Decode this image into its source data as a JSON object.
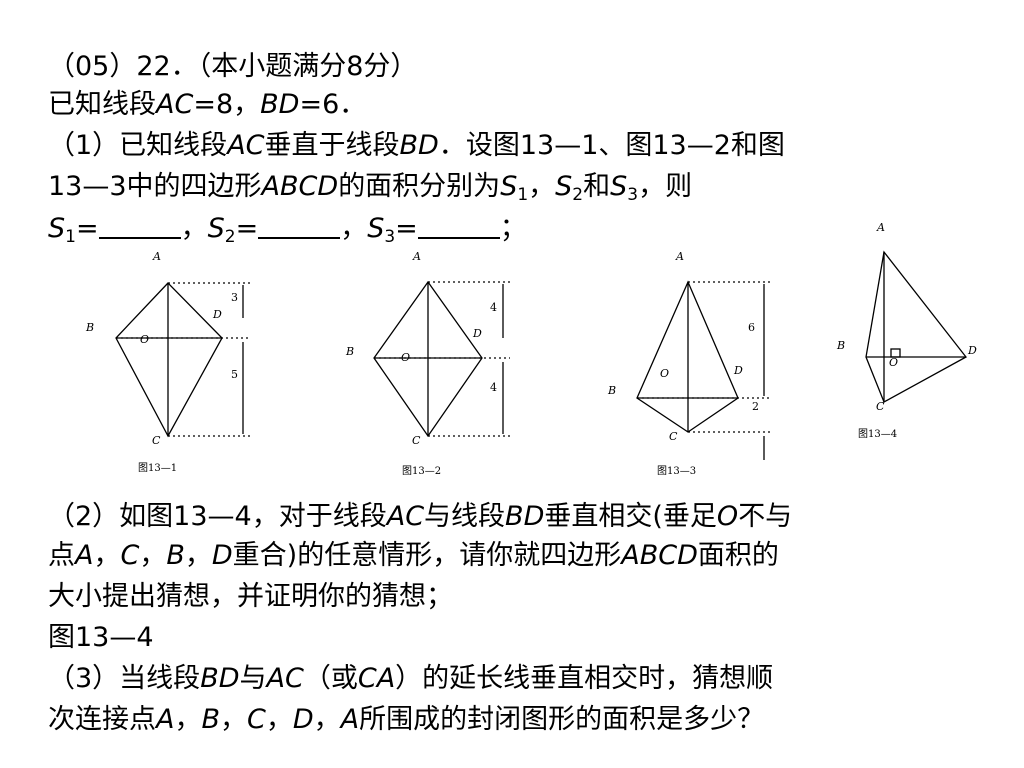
{
  "lines": {
    "l1": "（05）22．（本小题满分8分）",
    "l2": {
      "a": "已知线段",
      "b": "AC",
      "c": "=8，",
      "d": "BD",
      "e": "=6．"
    },
    "l3": {
      "a": "（1）已知线段",
      "b": "AC",
      "c": "垂直于线段",
      "d": "BD",
      "e": "．设图13—1、图13—2和图"
    },
    "l4": {
      "a": "13—3中的四边形",
      "b": "ABCD",
      "c": "的面积分别为",
      "d": "S",
      "e": "1",
      "f": "，",
      "g": "S",
      "h": "2",
      "i": "和",
      "j": "S",
      "k": "3",
      "l": "，则"
    },
    "l5": {
      "a": "S",
      "b": "1",
      "c": "=",
      "d": "，",
      "e": "S",
      "f": "2",
      "g": "=",
      "h": "，",
      "i": "S",
      "j": "3",
      "k": "=",
      "l": "；"
    },
    "l6": {
      "a": "（2）如图13—4，对于线段",
      "b": "AC",
      "c": "与线段",
      "d": "BD",
      "e": "垂直相交(垂足",
      "f": "O",
      "g": "不与"
    },
    "l7": {
      "a": "点",
      "b": "A",
      "c": "，",
      "d": "C",
      "e": "，",
      "f": "B",
      "g": "，",
      "h": "D",
      "i": "重合)的任意情形，请你就四边形",
      "j": "ABCD",
      "k": "面积的"
    },
    "l8": "大小提出猜想，并证明你的猜想；",
    "l9": "图13—4",
    "l10": {
      "a": "（3）当线段",
      "b": "BD",
      "c": "与",
      "d": "AC",
      "e": "（或",
      "f": "CA",
      "g": "）的延长线垂直相交时，猜想顺"
    },
    "l11": {
      "a": "次连接点",
      "b": "A",
      "c": "，",
      "d": "B",
      "e": "，",
      "f": "C",
      "g": "，",
      "h": "D",
      "i": "，",
      "j": "A",
      "k": "所围成的封闭图形的面积是多少？"
    }
  },
  "figures": {
    "labels": {
      "A": "A",
      "B": "B",
      "C": "C",
      "D": "D",
      "O": "O"
    },
    "fig1": {
      "caption": "图13—1",
      "top_measure": "3",
      "bottom_measure": "5"
    },
    "fig2": {
      "caption": "图13—2",
      "top_measure": "4",
      "bottom_measure": "4"
    },
    "fig3": {
      "caption": "图13—3",
      "top_measure": "6",
      "bottom_measure": "2"
    },
    "fig4": {
      "caption": "图13—4"
    }
  }
}
